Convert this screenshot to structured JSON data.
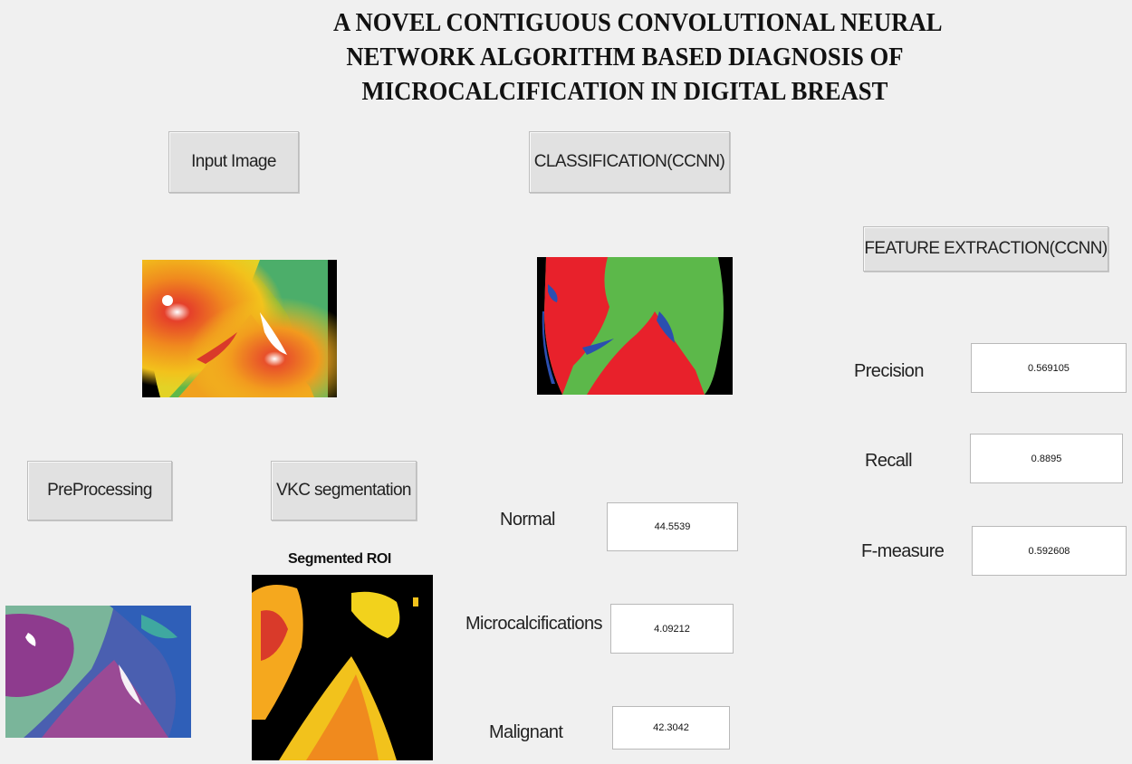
{
  "title": {
    "line1": "A NOVEL CONTIGUOUS CONVOLUTIONAL NEURAL",
    "line2": "NETWORK ALGORITHM BASED DIAGNOSIS OF",
    "line3": "MICROCALCIFICATION IN DIGITAL BREAST"
  },
  "buttons": {
    "input_image": "Input Image",
    "classification": "CLASSIFICATION(CCNN)",
    "feature_extraction": "FEATURE EXTRACTION(CCNN)",
    "preprocessing": "PreProcessing",
    "vkc_segmentation": "VKC segmentation"
  },
  "images": {
    "segmented_roi_title": "Segmented ROI"
  },
  "classification_results": {
    "normal_label": "Normal",
    "normal_value": "44.5539",
    "micro_label": "Microcalcifications",
    "micro_value": "4.09212",
    "malignant_label": "Malignant",
    "malignant_value": "42.3042"
  },
  "metrics": {
    "precision_label": "Precision",
    "precision_value": "0.569105",
    "recall_label": "Recall",
    "recall_value": "0.8895",
    "fmeasure_label": "F-measure",
    "fmeasure_value": "0.592608"
  },
  "colors": {
    "background": "#f0f0f0",
    "button": "#e1e1e1",
    "field": "#ffffff"
  }
}
